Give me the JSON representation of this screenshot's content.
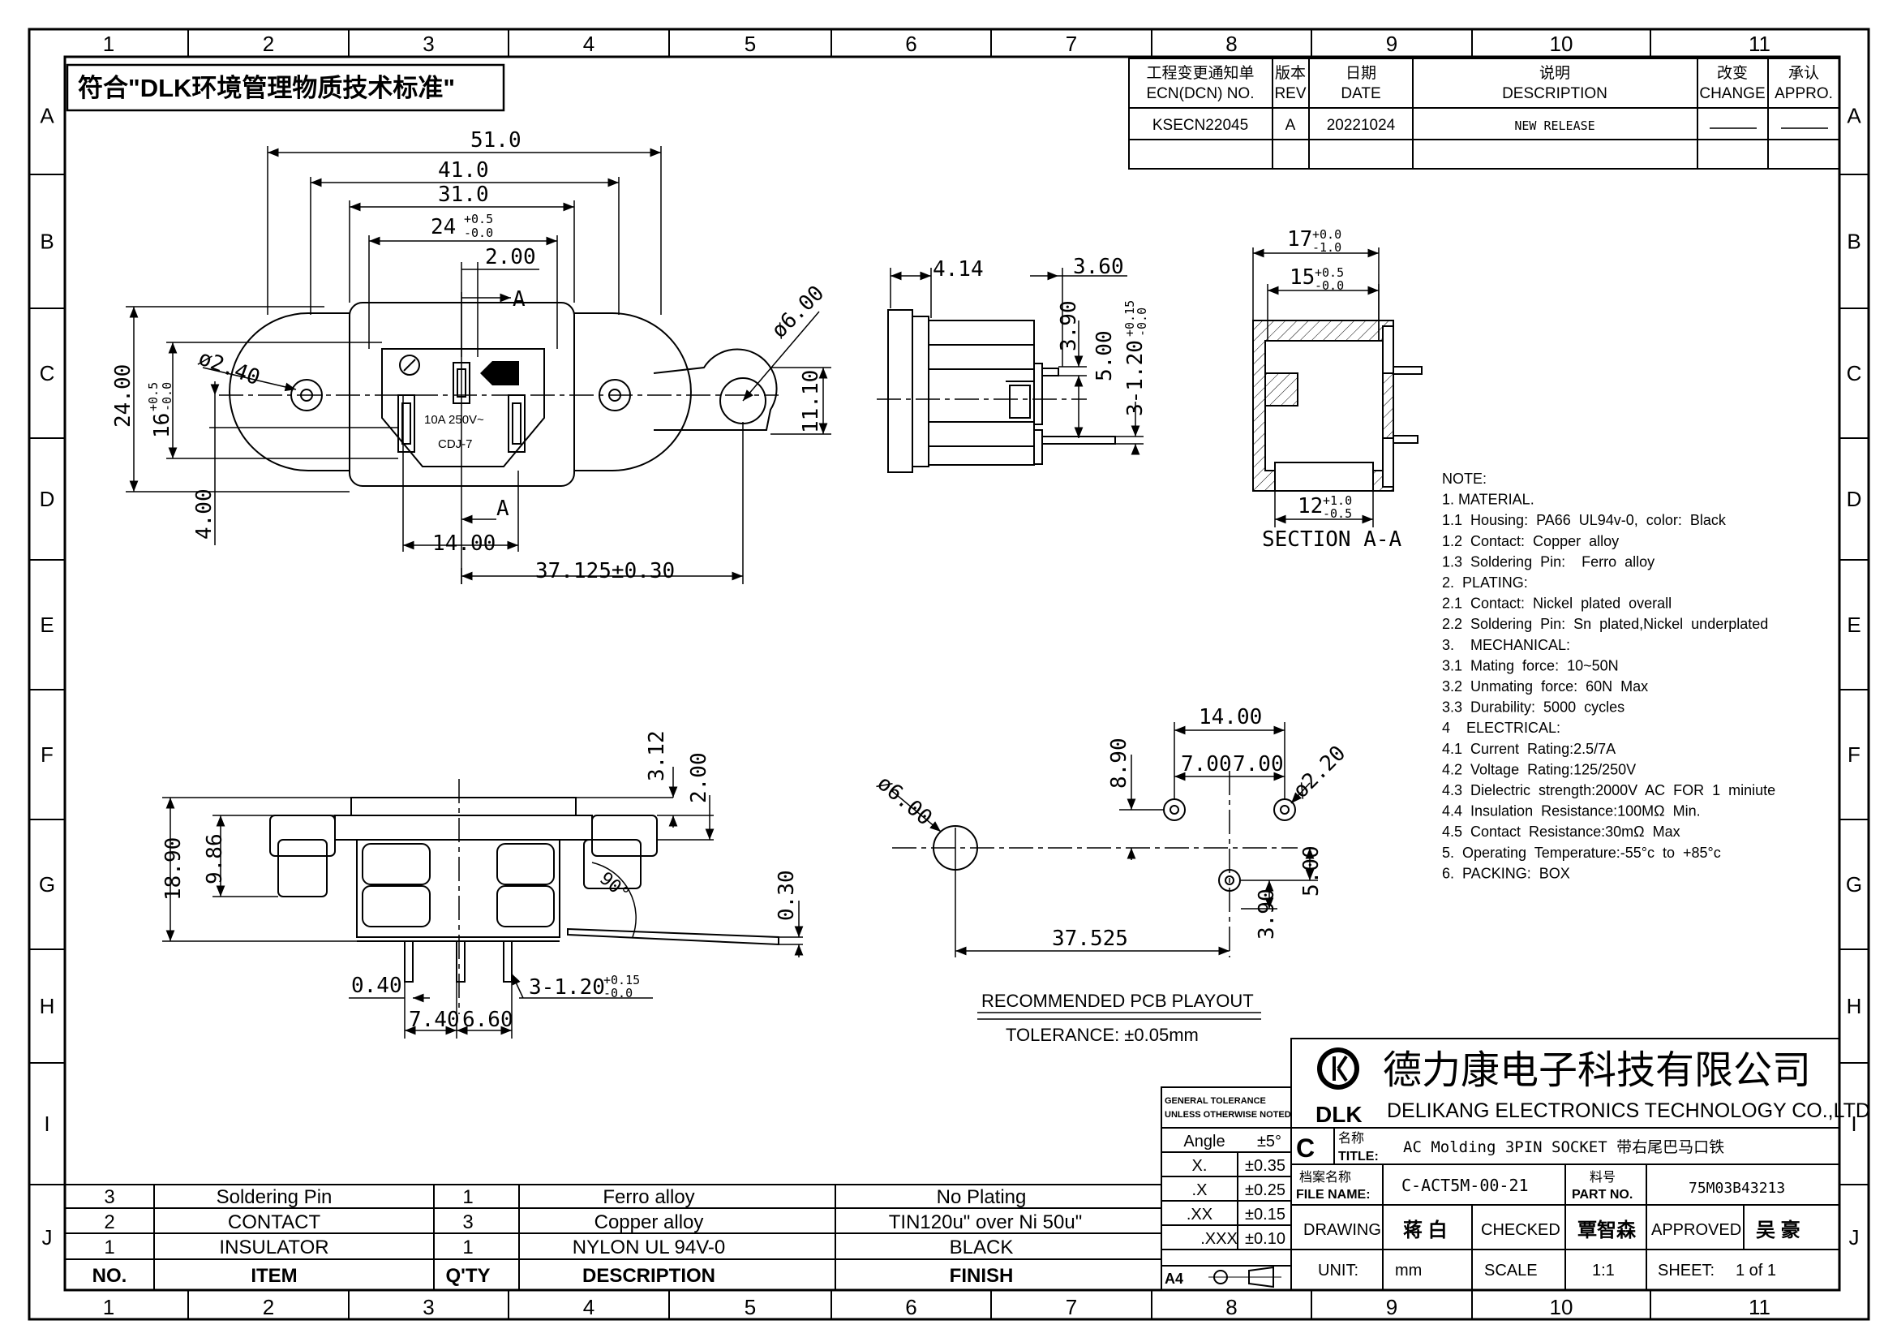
{
  "grid": {
    "columns": [
      "1",
      "2",
      "3",
      "4",
      "5",
      "6",
      "7",
      "8",
      "9",
      "10",
      "11"
    ],
    "rows": [
      "A",
      "B",
      "C",
      "D",
      "E",
      "F",
      "G",
      "H",
      "I",
      "J"
    ]
  },
  "compliance_banner": "符合\"DLK环境管理物质技术标准\"",
  "revision_block": {
    "h_ecn_cn": "工程变更通知单",
    "h_ecn_en": "ECN(DCN) NO.",
    "h_rev_cn": "版本",
    "h_rev_en": "REV",
    "h_date_cn": "日期",
    "h_date_en": "DATE",
    "h_desc_cn": "说明",
    "h_desc_en": "DESCRIPTION",
    "h_change_cn": "改变",
    "h_change_en": "CHANGE",
    "h_appro_cn": "承认",
    "h_appro_en": "APPRO.",
    "ecn": "KSECN22045",
    "rev": "A",
    "date": "20221024",
    "description": "NEW RELEASE"
  },
  "dims": {
    "d51": "51.0",
    "d41": "41.0",
    "d31": "31.0",
    "d24w": "24",
    "d24tol_u": "+0.5",
    "d24tol_l": "-0.0",
    "d2": "2.00",
    "markA": "A",
    "d6": "ø6.00",
    "d240": "ø2.40",
    "d24h": "24.00",
    "d16": "16",
    "d16tol_u": "+0.5",
    "d16tol_l": "-0.0",
    "d1110": "11.10",
    "d4": "4.00",
    "d14": "14.00",
    "d37125": "37.125±0.30",
    "socket_rating": "10A  250V~",
    "socket_code": "CDJ-7",
    "s414": "4.14",
    "s360": "3.60",
    "s390": "3.90",
    "s500": "5.00",
    "s3120": "3-1.20",
    "s3120u": "+0.15",
    "s3120l": "-0.0",
    "a17": "17",
    "a17u": "+0.0",
    "a17l": "-1.0",
    "a15": "15",
    "a15u": "+0.5",
    "a15l": "-0.0",
    "a12": "12",
    "a12u": "+1.0",
    "a12l": "-0.5",
    "section": "SECTION A-A",
    "b312": "3.12",
    "b200": "2.00",
    "b1890": "18.90",
    "b986": "9.86",
    "b030": "0.30",
    "b90": "90°",
    "b040": "0.40",
    "b3120": "3-1.20",
    "b3120u": "+0.15",
    "b3120l": "-0.0",
    "b740": "7.40",
    "b660": "6.60",
    "p1400": "14.00",
    "p700a": "7.00",
    "p700b": "7.00",
    "p890": "8.90",
    "p220": "ø2.20",
    "p600": "ø6.00",
    "p500": "5.00",
    "p390": "3.90",
    "p37525": "37.525"
  },
  "pcb_title": "RECOMMENDED PCB PLAYOUT",
  "pcb_tol": "TOLERANCE: ±0.05mm",
  "notes": [
    "NOTE:",
    "1. MATERIAL.",
    "1.1  Housing:  PA66  UL94v-0,  color:  Black",
    "1.2  Contact:  Copper  alloy",
    "1.3  Soldering  Pin:    Ferro  alloy",
    "2.  PLATING:",
    "2.1  Contact:  Nickel  plated  overall",
    "2.2  Soldering  Pin:  Sn  plated,Nickel  underplated",
    "3.    MECHANICAL:",
    "3.1  Mating  force:  10~50N",
    "3.2  Unmating  force:  60N  Max",
    "3.3  Durability:  5000  cycles",
    "4    ELECTRICAL:",
    "4.1  Current  Rating:2.5/7A",
    "4.2  Voltage  Rating:125/250V",
    "4.3  Dielectric  strength:2000V  AC  FOR  1  miniute",
    "4.4  Insulation  Resistance:100MΩ  Min.",
    "4.5  Contact  Resistance:30mΩ  Max",
    "5.  Operating  Temperature:-55°c  to  +85°c",
    "6.  PACKING:  BOX"
  ],
  "bom": {
    "rows": [
      {
        "no": "3",
        "item": "Soldering  Pin",
        "qty": "1",
        "desc": "Ferro  alloy",
        "finish": "No  Plating"
      },
      {
        "no": "2",
        "item": "CONTACT",
        "qty": "3",
        "desc": "Copper  alloy",
        "finish": "TIN120u\"  over  Ni  50u\""
      },
      {
        "no": "1",
        "item": "INSULATOR",
        "qty": "1",
        "desc": "NYLON  UL  94V-0",
        "finish": "BLACK"
      }
    ],
    "h_no": "NO.",
    "h_item": "ITEM",
    "h_qty": "Q'TY",
    "h_desc": "DESCRIPTION",
    "h_finish": "FINISH"
  },
  "tolerance": {
    "title1": "GENERAL TOLERANCE",
    "title2": "UNLESS OTHERWISE NOTED",
    "angle": "Angle",
    "angle_v": "±5°",
    "r1": "X.",
    "r1v": "±0.35",
    "r2": ".X",
    "r2v": "±0.25",
    "r3": ".XX",
    "r3v": "±0.15",
    "r4": ".XXX",
    "r4v": "±0.10",
    "size": "A4"
  },
  "company": {
    "logo": "DLK",
    "name_cn": "德力康电子科技有限公司",
    "name_en": "DELIKANG  ELECTRONICS  TECHNOLOGY  CO.,LTD"
  },
  "title_block": {
    "rev_letter": "C",
    "title_cn": "名称",
    "title_en": "TITLE:",
    "title_value": "AC  Molding  3PIN  SOCKET  带右尾巴马口铁",
    "file_cn": "档案名称",
    "file_en": "FILE  NAME:",
    "file_value": "C-ACT5M-00-21",
    "part_cn": "料号",
    "part_en": "PART  NO.",
    "part_value": "75M03B43213",
    "drawing": "DRAWING",
    "drawing_by": "蒋 白",
    "checked": "CHECKED",
    "checked_by": "覃智森",
    "approved": "APPROVED",
    "approved_by": "吴 豪",
    "unit": "UNIT:",
    "unit_value": "mm",
    "scale": "SCALE",
    "scale_value": "1:1",
    "sheet": "SHEET:",
    "sheet_value": "1  of  1"
  }
}
